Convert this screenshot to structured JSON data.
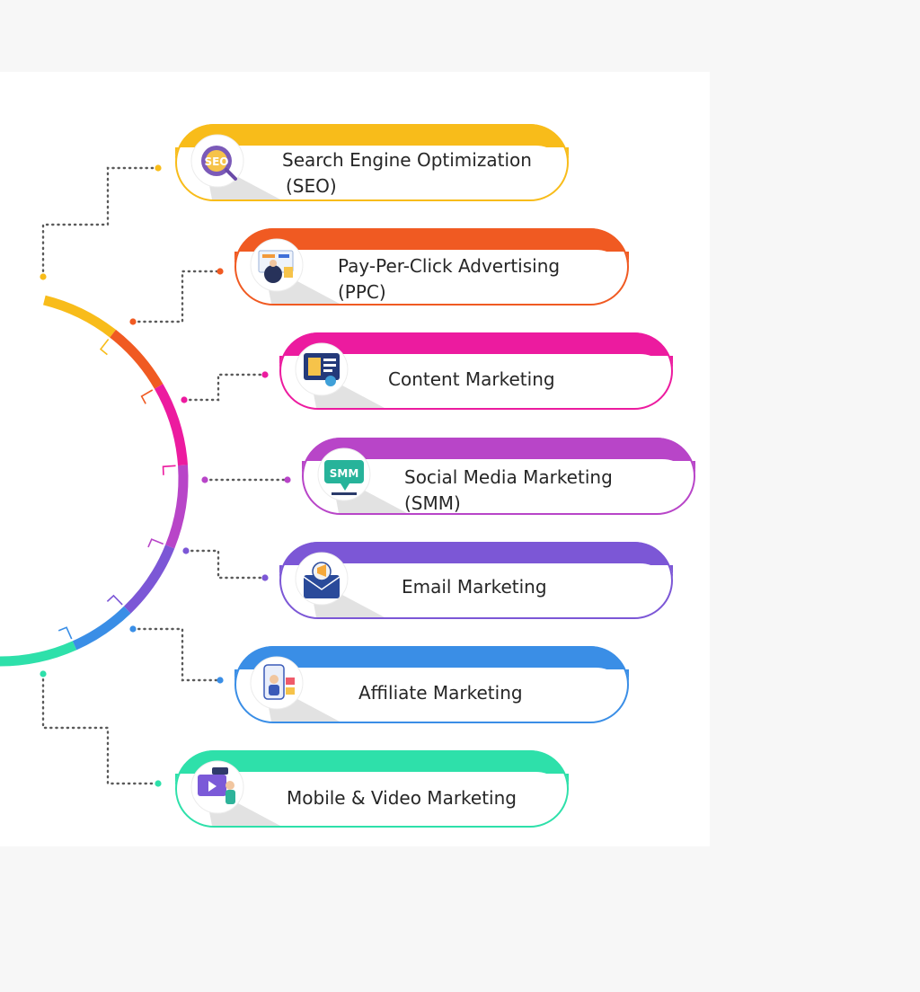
{
  "items": [
    {
      "line1": "Search Engine Optimization",
      "line2": "(SEO)",
      "color": "#F8BC1A",
      "icon": "seo-icon",
      "badge": "SEO"
    },
    {
      "line1": "Pay-Per-Click Advertising",
      "line2": "(PPC)",
      "color": "#F05A22",
      "icon": "ppc-icon"
    },
    {
      "line1": "Content Marketing",
      "line2": "",
      "color": "#EC1B9F",
      "icon": "content-icon"
    },
    {
      "line1": "Social Media Marketing",
      "line2": "(SMM)",
      "color": "#B845C8",
      "icon": "smm-icon",
      "badge": "SMM"
    },
    {
      "line1": "Email Marketing",
      "line2": "",
      "color": "#7C57D6",
      "icon": "email-icon"
    },
    {
      "line1": "Affiliate Marketing",
      "line2": "",
      "color": "#3A8EE6",
      "icon": "affiliate-icon"
    },
    {
      "line1": "Mobile & Video Marketing",
      "line2": "",
      "color": "#2EE0AA",
      "icon": "video-icon"
    }
  ]
}
